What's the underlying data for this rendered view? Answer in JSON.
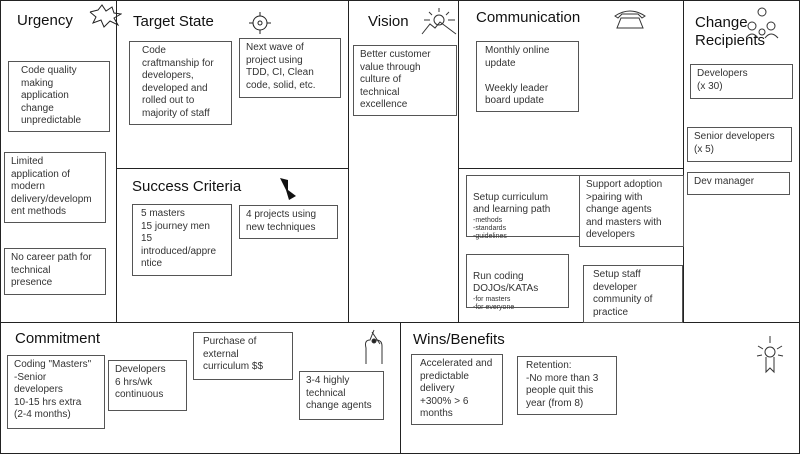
{
  "panels": {
    "urgency": {
      "title": "Urgency",
      "items": [
        "Code quality\nmaking\napplication\nchange\nunpredictable",
        "Limited\napplication of\nmodern\ndelivery/developm\nent methods",
        "No career path for\ntechnical\npresence"
      ]
    },
    "target_state": {
      "title": "Target State",
      "items": [
        "Code\ncraftmanship for\ndevelopers,\ndeveloped and\nrolled out to\nmajority of staff",
        "Next wave of\nproject using\nTDD, CI, Clean\ncode, solid, etc."
      ]
    },
    "success_criteria": {
      "title": "Success Criteria",
      "items": [
        "5 masters\n15 journey men\n15\nintroduced/appre\nntice",
        "4 projects using\nnew techniques"
      ]
    },
    "vision": {
      "title": "Vision",
      "items": [
        "Better customer\nvalue through\nculture of\ntechnical\nexcellence"
      ]
    },
    "communication": {
      "title": "Communication",
      "items": [
        "Monthly online\nupdate\n\nWeekly leader\nboard update"
      ]
    },
    "interventions": {
      "items": [
        {
          "main": "Setup curriculum\nand learning path",
          "sub": "-methods\n-standards\n-guidelines"
        },
        {
          "main": "Support adoption\n>pairing with\nchange agents\nand masters with\ndevelopers"
        },
        {
          "main": "Run coding\nDOJOs/KATAs",
          "sub": "-for masters\n-for everyone"
        },
        {
          "main": "Setup staff\ndeveloper\ncommunity of\npractice"
        }
      ]
    },
    "change_recipients": {
      "title": "Change\nRecipients",
      "items": [
        "Developers\n(x 30)",
        "Senior developers\n(x 5)",
        "Dev manager"
      ]
    },
    "commitment": {
      "title": "Commitment",
      "items": [
        "Coding \"Masters\"\n-Senior\ndevelopers\n10-15 hrs extra\n(2-4 months)",
        "Developers\n6 hrs/wk\ncontinuous",
        "Purchase of\nexternal\ncurriculum $$",
        "3-4 highly\ntechnical\nchange agents"
      ]
    },
    "wins_benefits": {
      "title": "Wins/Benefits",
      "items": [
        "Accelerated and\npredictable\ndelivery\n+300% > 6\nmonths",
        "Retention:\n-No more than 3\npeople quit this\nyear (from 8)"
      ]
    }
  },
  "icons": [
    "explosion-icon",
    "target-icon",
    "sun-mountain-icon",
    "telephone-icon",
    "people-network-icon",
    "arrow-icon",
    "crossed-fingers-icon",
    "award-ribbon-icon"
  ]
}
